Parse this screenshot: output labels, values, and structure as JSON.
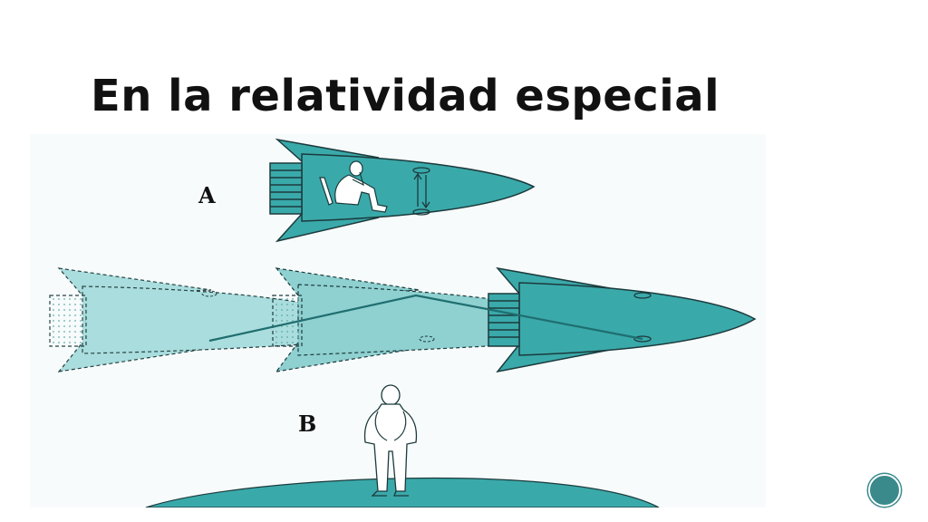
{
  "slide": {
    "title": "En la relatividad especial",
    "page_number": ""
  },
  "figure": {
    "label_a": "A",
    "label_b": "B",
    "colors": {
      "rocket_fill": "#3aa9aa",
      "rocket_fill_ghost": "#a6dcdc",
      "outline": "#1c3a3c",
      "ground": "#3aa9aa",
      "light_path": "#1f6e70"
    },
    "icons": [
      "rocket-a",
      "rocket-ghost-1",
      "rocket-ghost-2",
      "rocket-moving",
      "seated-astronaut",
      "standing-observer",
      "ground-arc"
    ]
  }
}
